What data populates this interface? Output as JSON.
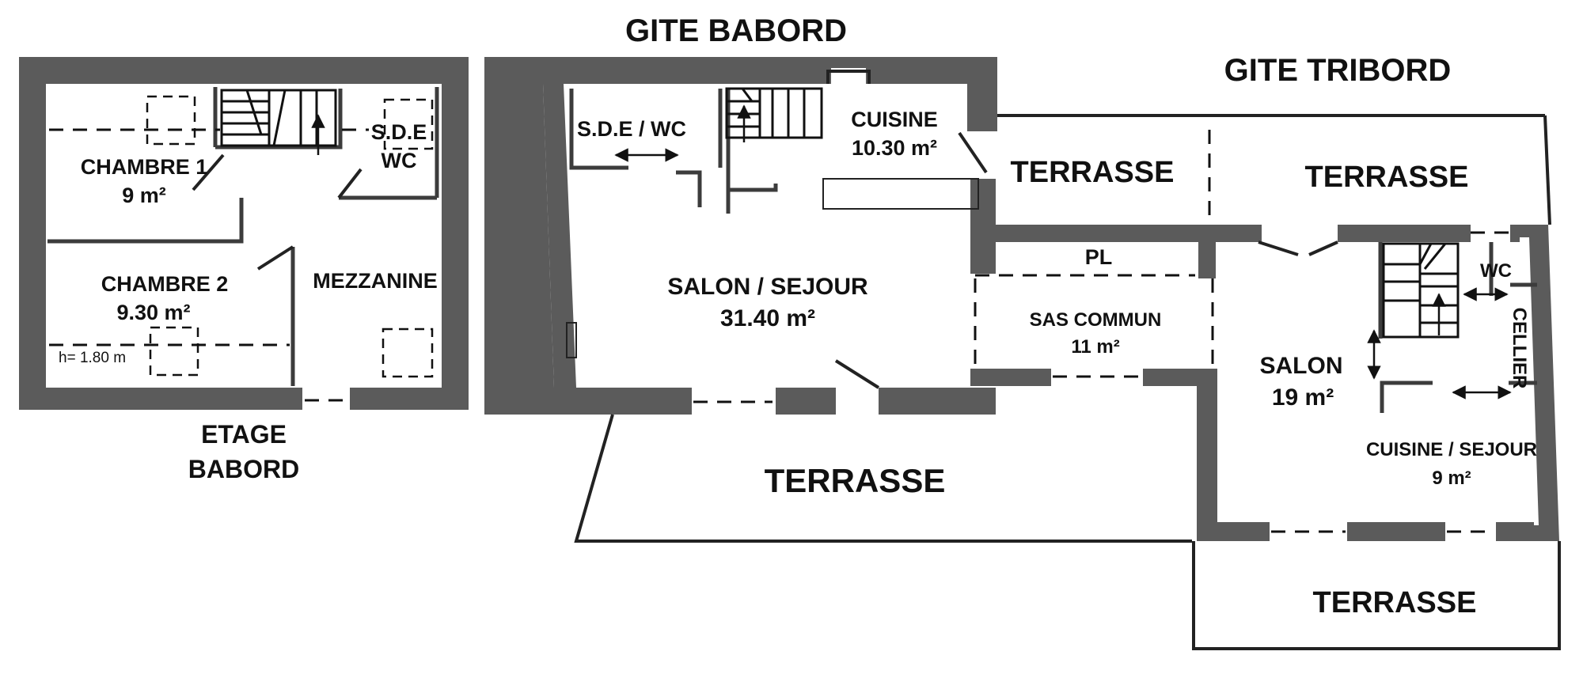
{
  "titles": {
    "gite_babord": "GITE BABORD",
    "gite_tribord": "GITE TRIBORD",
    "etage_line1": "ETAGE",
    "etage_line2": "BABORD"
  },
  "etage": {
    "chambre1": {
      "name": "CHAMBRE 1",
      "area": "9 m²"
    },
    "chambre2": {
      "name": "CHAMBRE 2",
      "area": "9.30 m²"
    },
    "sde": {
      "line1": "S.D.E",
      "line2": "WC"
    },
    "mezzanine": "MEZZANINE",
    "height_note": "h= 1.80 m"
  },
  "babord": {
    "sde_wc": "S.D.E / WC",
    "cuisine": {
      "name": "CUISINE",
      "area": "10.30 m²"
    },
    "salon": {
      "name": "SALON / SEJOUR",
      "area": "31.40 m²"
    },
    "terrasse_front": "TERRASSE",
    "terrasse_right": "TERRASSE"
  },
  "commun": {
    "pl": "PL",
    "sas": {
      "name": "SAS COMMUN",
      "area": "11 m²"
    }
  },
  "tribord": {
    "terrasse_top": "TERRASSE",
    "terrasse_bottom": "TERRASSE",
    "wc": "WC",
    "cellier": "CELLIER",
    "salon": {
      "name": "SALON",
      "area": "19 m²"
    },
    "cuisine": {
      "name": "CUISINE / SEJOUR",
      "area": "9 m²"
    }
  }
}
